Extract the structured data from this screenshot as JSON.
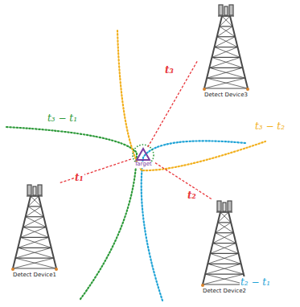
{
  "diagram": {
    "nodes": [
      {
        "text": [
          "Detect Device3"
        ]
      },
      {
        "text": [
          "Target"
        ]
      },
      {
        "text": [
          "Detect Device1"
        ]
      },
      {
        "text": [
          "Detect Device2"
        ]
      }
    ],
    "edges": [
      {
        "from": 1,
        "to": 0,
        "arrow": "none",
        "label": "t₃"
      },
      {
        "from": 1,
        "to": 2,
        "arrow": "none",
        "label": "t₁"
      },
      {
        "from": 1,
        "to": 3,
        "arrow": "none",
        "label": "t₂"
      }
    ],
    "labels": [
      "t₃ − t₁",
      "t₂ − t₁",
      "t₃ − t₂"
    ]
  }
}
